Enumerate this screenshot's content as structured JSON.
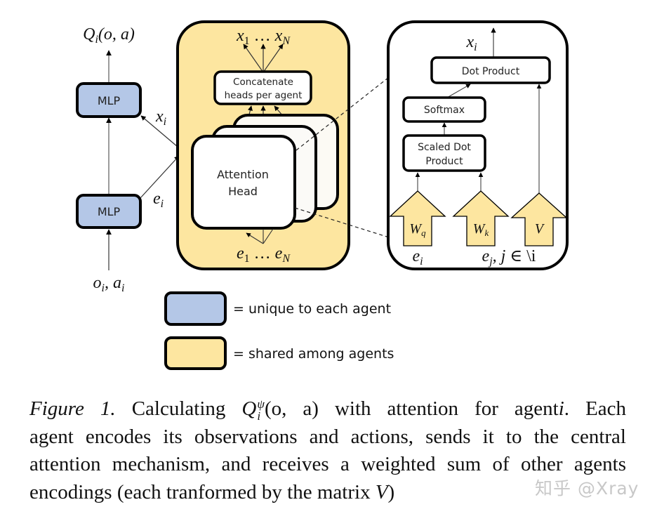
{
  "colors": {
    "unique": "#b4c7e7",
    "shared": "#fde6a0",
    "box_fill": "#ffffff",
    "stroke": "#000000",
    "line": "#555555"
  },
  "left_column": {
    "output_label": "Q_i(o, a)",
    "top_mlp_label": "MLP",
    "bottom_mlp_label": "MLP",
    "x_label": "x_i",
    "e_label": "e_i",
    "input_label": "o_i, a_i"
  },
  "attention_block": {
    "outputs_label": "x_1 … x_N",
    "concat_line1": "Concatenate",
    "concat_line2": "heads per agent",
    "head_line1": "Attention",
    "head_line2": "Head",
    "inputs_label": "e_1 … e_N"
  },
  "head_detail": {
    "output_label": "x_i",
    "dot_product_label": "Dot Product",
    "softmax_label": "Softmax",
    "scaled_line1": "Scaled Dot",
    "scaled_line2": "Product",
    "arrows": [
      {
        "symbol": "W",
        "sub": "q"
      },
      {
        "symbol": "W",
        "sub": "k"
      },
      {
        "symbol": "V",
        "sub": ""
      }
    ],
    "query_input_label": "e_i",
    "key_input_label": "e_j, j ∈ \\i"
  },
  "legend": {
    "unique_label": "= unique to each agent",
    "shared_label": "= shared among agents"
  },
  "caption": {
    "figure_label": "Figure 1.",
    "line1_a": "Calculating",
    "line1_math": "Q",
    "line1_sup": "ψ",
    "line1_sub": "i",
    "line1_args": "(o, a)",
    "line1_b": "with attention for agent",
    "line1_agent": "i",
    "line1_c": ".  Each",
    "line2": "agent encodes its observations and actions, sends it to the central",
    "line3": "attention mechanism, and receives a weighted sum of other agents",
    "line4_a": "encodings (each tranformed by the matrix",
    "line4_V": "V",
    "line4_b": ")"
  },
  "watermark": "知乎 @Xray"
}
